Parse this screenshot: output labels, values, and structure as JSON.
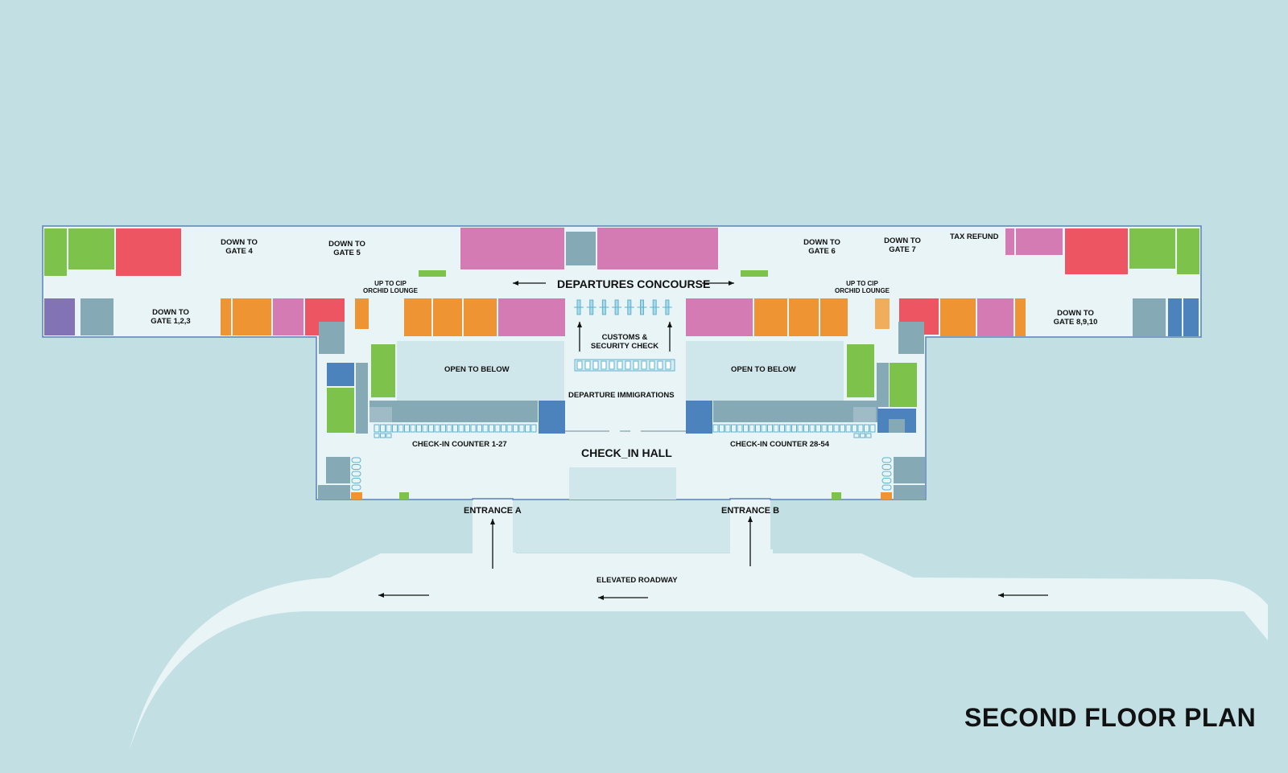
{
  "title": "SECOND FLOOR PLAN",
  "areas": {
    "departures_concourse": "DEPARTURES CONCOURSE",
    "check_in_hall": "CHECK_IN HALL",
    "customs_security": "CUSTOMS &\nSECURITY CHECK",
    "departure_immigrations": "DEPARTURE IMMIGRATIONS",
    "open_to_below_left": "OPEN TO BELOW",
    "open_to_below_right": "OPEN TO BELOW",
    "check_in_counter_left": "CHECK-IN COUNTER 1-27",
    "check_in_counter_right": "CHECK-IN COUNTER 28-54",
    "entrance_a": "ENTRANCE A",
    "entrance_b": "ENTRANCE B",
    "elevated_roadway": "ELEVATED ROADWAY",
    "tax_refund": "TAX REFUND"
  },
  "gates": {
    "gate_123": "DOWN TO\nGATE 1,2,3",
    "gate_4": "DOWN TO\nGATE 4",
    "gate_5": "DOWN TO\nGATE 5",
    "gate_6": "DOWN TO\nGATE 6",
    "gate_7": "DOWN TO\nGATE 7",
    "gate_8910": "DOWN TO\nGATE 8,9,10"
  },
  "lounges": {
    "left": "UP TO CIP\nORCHID LOUNGE",
    "right": "UP TO CIP\nORCHID LOUNGE"
  },
  "colors": {
    "background": "#c2dfe3",
    "floor": "#e8f4f6",
    "outline": "#5b82b8",
    "green": "#7dc24a",
    "pink": "#d57bb4",
    "red": "#ee5563",
    "orange": "#ee9433",
    "grey_blue": "#86a9b6",
    "blue": "#4d83bc",
    "purple": "#8273b5"
  }
}
